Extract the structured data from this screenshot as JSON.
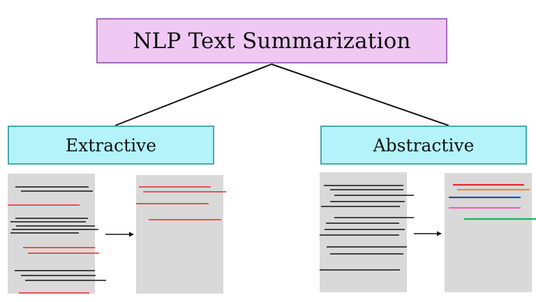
{
  "title": "NLP Text Summarization",
  "branches": {
    "extractive": "Extractive",
    "abstractive": "Abstractive"
  },
  "colors": {
    "root_fill": "#efc9f4",
    "root_border": "#a56bb5",
    "branch_fill": "#b4f3fa",
    "branch_border": "#46a9ac",
    "page_fill": "#d9d9d9",
    "text_line": "#111111",
    "highlight_red": "#e8262a",
    "orange": "#f08a3a",
    "blue": "#1656b0",
    "pink": "#f25cc2",
    "green": "#18b45a"
  }
}
